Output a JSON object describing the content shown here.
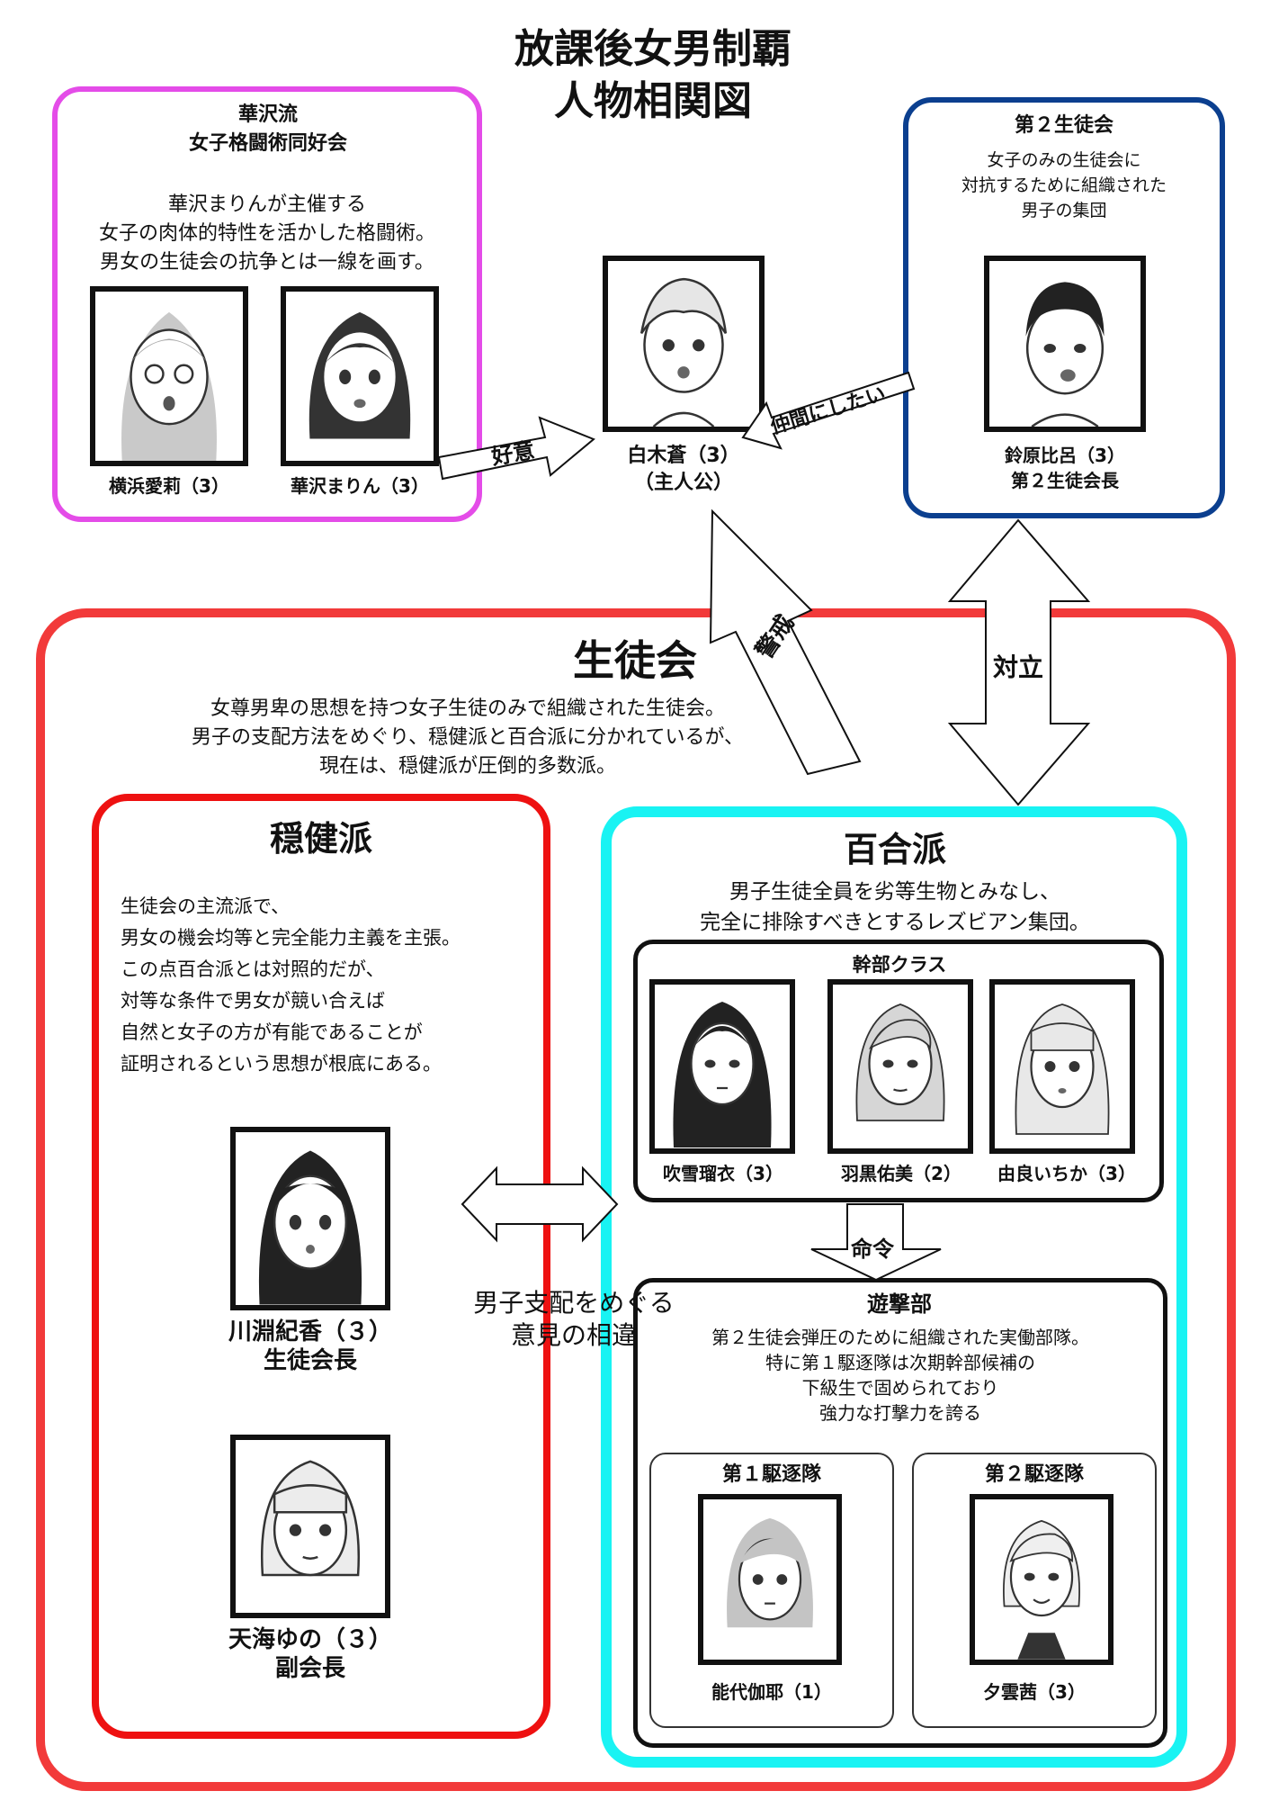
{
  "title": "放課後女男制覇\n人物相関図",
  "hanazawa_group": {
    "heading": "華沢流\n女子格闘術同好会",
    "description": "華沢まりんが主催する\n女子の肉体的特性を活かした格闘術。\n男女の生徒会の抗争とは一線を画す。",
    "members": [
      "横浜愛莉（3）",
      "華沢まりん（3）"
    ],
    "border_color": "#e44ce8"
  },
  "protagonist": {
    "caption": "白木蒼（3）\n（主人公）"
  },
  "second_council": {
    "heading": "第２生徒会",
    "description": "女子のみの生徒会に\n対抗するために組織された\n男子の集団",
    "member_caption": "鈴原比呂（3）\n第２生徒会長",
    "border_color": "#0b3f8f"
  },
  "relations": {
    "favor": "好意",
    "want_ally": "仲間にしたい",
    "caution": "警戒",
    "opposition": "対立",
    "disagreement": "男子支配をめぐる\n意見の相違",
    "order": "命令"
  },
  "student_council": {
    "heading": "生徒会",
    "description": "女尊男卑の思想を持つ女子生徒のみで組織された生徒会。\n男子の支配方法をめぐり、穏健派と百合派に分かれているが、\n現在は、穏健派が圧倒的多数派。",
    "border_color": "#f23a3a"
  },
  "moderate": {
    "heading": "穏健派",
    "description": "生徒会の主流派で、\n男女の機会均等と完全能力主義を主張。\nこの点百合派とは対照的だが、\n対等な条件で男女が競い合えば\n自然と女子の方が有能であることが\n証明されるという思想が根底にある。",
    "members": [
      "川淵紀香（３）\n生徒会長",
      "天海ゆの（３）\n副会長"
    ],
    "border_color": "#ee1111"
  },
  "yuri": {
    "heading": "百合派",
    "description": "男子生徒全員を劣等生物とみなし、\n完全に排除すべきとするレズビアン集団。",
    "border_color": "#19f3f3",
    "executives": {
      "heading": "幹部クラス",
      "members": [
        "吹雪瑠衣（3）",
        "羽黒佑美（2）",
        "由良いちか（3）"
      ]
    },
    "strike_unit": {
      "heading": "遊撃部",
      "description": "第２生徒会弾圧のために組織された実働部隊。\n特に第１駆逐隊は次期幹部候補の\n下級生で固められており\n強力な打撃力を誇る",
      "squad1": {
        "heading": "第１駆逐隊",
        "member": "能代伽耶（1）"
      },
      "squad2": {
        "heading": "第２駆逐隊",
        "member": "夕雲茜（3）"
      }
    }
  }
}
